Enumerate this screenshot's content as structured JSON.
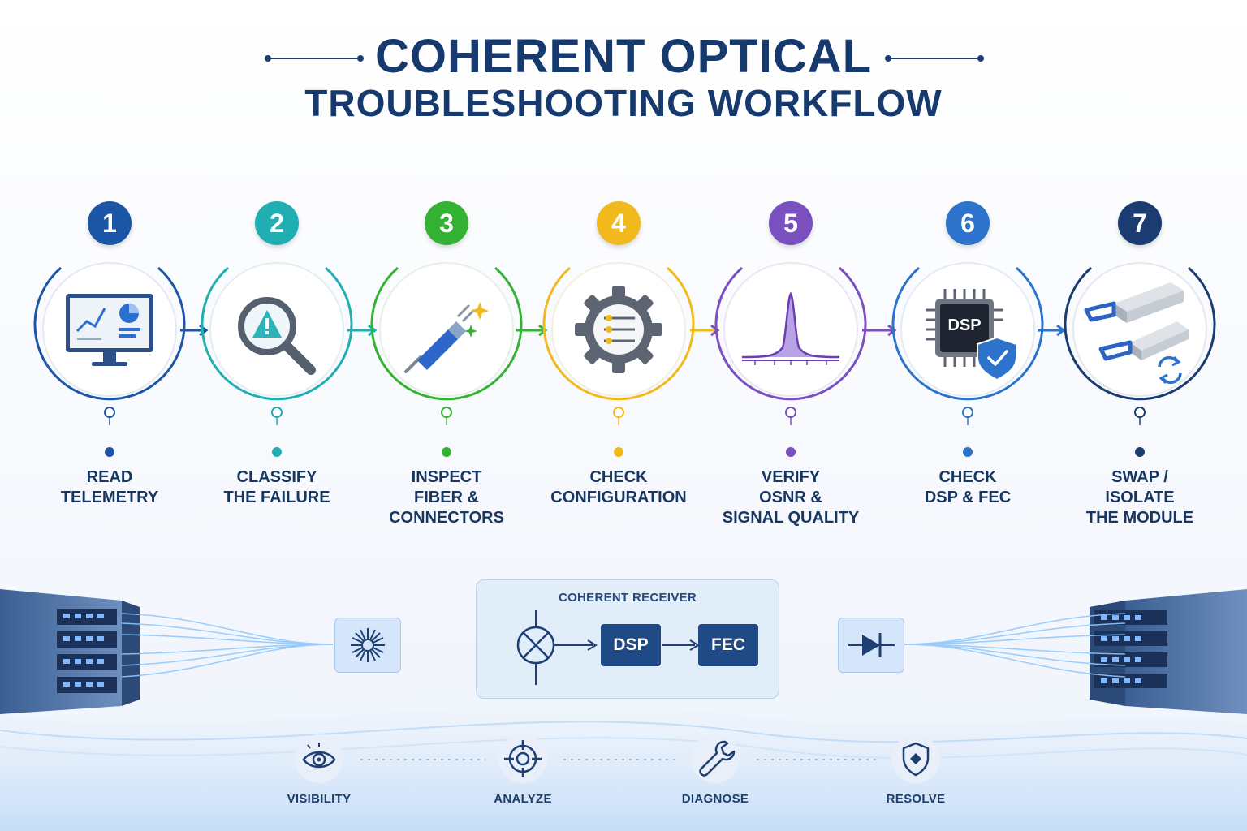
{
  "title": {
    "line1": "COHERENT OPTICAL",
    "line2": "TROUBLESHOOTING WORKFLOW"
  },
  "steps": [
    {
      "number": "1",
      "label": "READ\nTELEMETRY",
      "color": "#1b56a6",
      "icon": "monitor-chart-icon"
    },
    {
      "number": "2",
      "label": "CLASSIFY\nTHE FAILURE",
      "color": "#20aeb3",
      "icon": "magnifier-warning-icon"
    },
    {
      "number": "3",
      "label": "INSPECT\nFIBER &\nCONNECTORS",
      "color": "#34b233",
      "icon": "fiber-connector-icon"
    },
    {
      "number": "4",
      "label": "CHECK\nCONFIGURATION",
      "color": "#f2b91c",
      "icon": "gear-settings-icon"
    },
    {
      "number": "5",
      "label": "VERIFY\nOSNR &\nSIGNAL QUALITY",
      "color": "#7a4fbf",
      "icon": "spectrum-peak-icon"
    },
    {
      "number": "6",
      "label": "CHECK\nDSP & FEC",
      "color": "#2d73cc",
      "icon": "dsp-chip-shield-icon",
      "chip_label": "DSP"
    },
    {
      "number": "7",
      "label": "SWAP /\nISOLATE\nTHE MODULE",
      "color": "#1b3c70",
      "icon": "transceiver-swap-icon"
    }
  ],
  "receiver": {
    "title": "COHERENT RECEIVER",
    "dsp_label": "DSP",
    "fec_label": "FEC"
  },
  "phases": [
    {
      "label": "VISIBILITY",
      "icon": "eye-icon"
    },
    {
      "label": "ANALYZE",
      "icon": "crosshair-icon"
    },
    {
      "label": "DIAGNOSE",
      "icon": "wrench-icon"
    },
    {
      "label": "RESOLVE",
      "icon": "shield-icon"
    }
  ]
}
